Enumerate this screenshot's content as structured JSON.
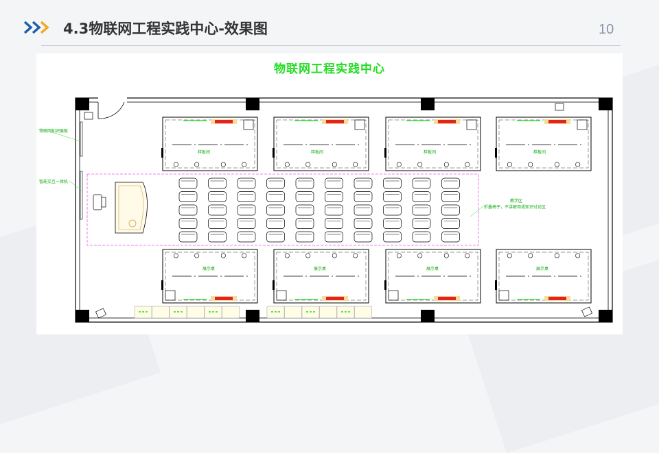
{
  "header": {
    "title": "4.3物联网工程实践中心-效果图",
    "page_number": "10"
  },
  "plan": {
    "title": "物联网工程实践中心",
    "left_labels": [
      "物联网知识展板",
      "智能交互一体机"
    ],
    "top_bench_label": "样板间",
    "bottom_bench_label": "展示桌",
    "zone_label": "教学区",
    "zone_note": "折叠椅子，不讲解用或知识讨论区"
  },
  "colors": {
    "accent_blue": "#1f5fa8",
    "accent_orange": "#f5a623",
    "line_green": "#22dd22",
    "zone_magenta": "#ee55ee"
  }
}
